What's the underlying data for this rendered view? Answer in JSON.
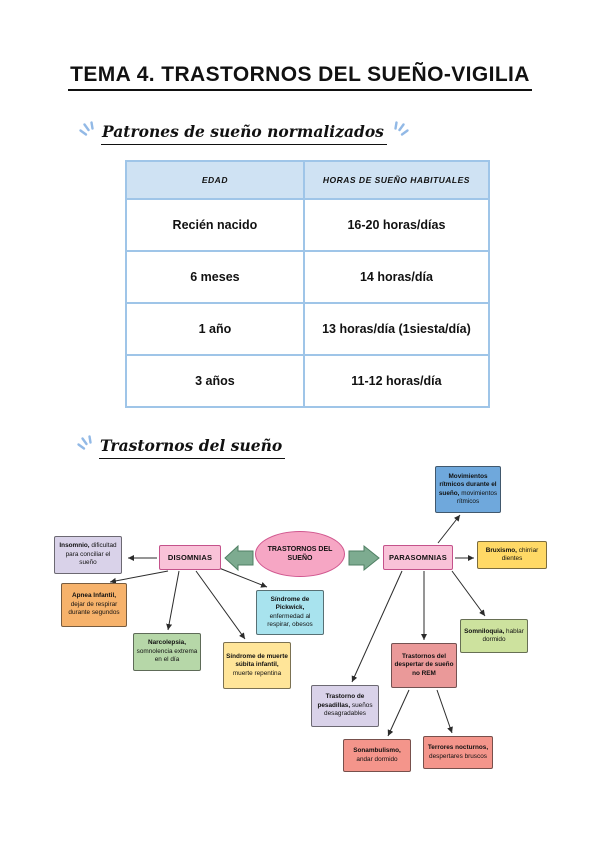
{
  "page": {
    "title": "TEMA 4. TRASTORNOS DEL SUEÑO-VIGILIA"
  },
  "sections": {
    "patrones": {
      "heading": "Patrones de sueño normalizados"
    },
    "trastornos": {
      "heading": "Trastornos del sueño"
    }
  },
  "sleep_table": {
    "headers": [
      "EDAD",
      "HORAS DE SUEÑO HABITUALES"
    ],
    "rows": [
      {
        "edad": "Recién nacido",
        "horas": "16-20 horas/días"
      },
      {
        "edad": "6 meses",
        "horas": "14 horas/día"
      },
      {
        "edad": "1 año",
        "horas": "13 horas/día (1siesta/día)"
      },
      {
        "edad": "3 años",
        "horas": "11-12 horas/día"
      }
    ]
  },
  "colors": {
    "table_header_bg": "#cfe2f3",
    "table_border": "#9fc5e8",
    "accent_marks": "#92b9e6",
    "pink_box": "#f9c2d8",
    "pink_ellipse": "#f6a6c4",
    "block_arrow": "#7dab90"
  },
  "diagram": {
    "center": "TRASTORNOS DEL SUEÑO",
    "disomnias": "DISOMNIAS",
    "parasomnias": "PARASOMNIAS",
    "nodes": {
      "insomnio": {
        "term": "Insomnio,",
        "desc": " dificultad para conciliar el sueño",
        "bg": "#d9d2e9"
      },
      "apnea": {
        "term": "Apnea Infantil,",
        "desc": " dejar de respirar durante segundos",
        "bg": "#f6b26b"
      },
      "narcolepsia": {
        "term": "Narcolepsia,",
        "desc": " somnolencia extrema en el día",
        "bg": "#b6d7a8"
      },
      "muerte_subita": {
        "term": "Síndrome de muerte súbita infantil,",
        "desc": " muerte repentina",
        "bg": "#ffe599"
      },
      "pickwick": {
        "term": "Síndrome de Pickwick,",
        "desc": " enfermedad al respirar, obesos",
        "bg": "#a8e3ee"
      },
      "movimientos": {
        "term": "Movimientos rítmicos durante el sueño,",
        "desc": " movimientos rítmicos",
        "bg": "#6fa8dc"
      },
      "bruxismo": {
        "term": "Bruxismo,",
        "desc": " chirriar dientes",
        "bg": "#ffd966"
      },
      "somniloquia": {
        "term": "Somniloquia,",
        "desc": " hablar dormido",
        "bg": "#cde29e"
      },
      "despertar_no_rem": {
        "term": "Trastornos del despertar de sueño no REM",
        "desc": "",
        "bg": "#ea9999"
      },
      "pesadillas": {
        "term": "Trastorno de pesadillas,",
        "desc": " sueños desagradables",
        "bg": "#d9d2e9"
      },
      "sonambulismo": {
        "term": "Sonambulismo,",
        "desc": " andar dormido",
        "bg": "#f4958b"
      },
      "terrores": {
        "term": "Terrores nocturnos,",
        "desc": " despertares bruscos",
        "bg": "#f4958b"
      }
    }
  }
}
